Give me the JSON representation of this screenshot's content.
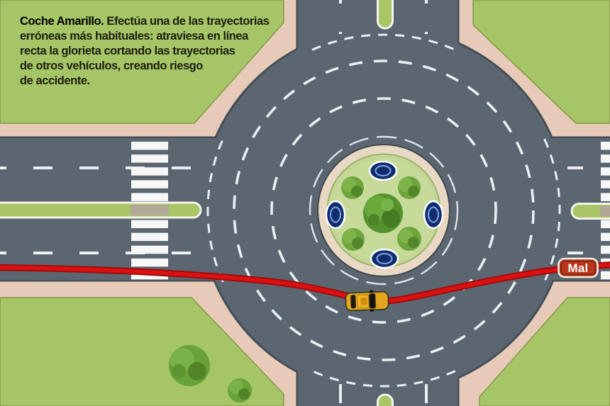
{
  "caption": {
    "title": "Coche Amarillo.",
    "lines": [
      "Efectúa una de las trayectorias",
      "erróneas más habituales: atraviesa en línea",
      "recta la glorieta cortando las trayectorias",
      "de otros vehículos, creando riesgo",
      "de accidente."
    ]
  },
  "badge": {
    "label": "Mal"
  },
  "scene": {
    "colors": {
      "grass": "#a5c566",
      "sidewalk": "#e7cbb8",
      "road": "#5b6671",
      "road_edge": "#454e57",
      "lane_marking": "#e9eff3",
      "median_green": "#a9c566",
      "median_border": "#f4f4ee",
      "island_ring": "#e9d9c4",
      "island_green": "#c3d696",
      "bush_green": "#68a239",
      "sign_blue": "#0e2c6e",
      "trajectory_red": "#dc1010",
      "trajectory_red_dark": "#9e0c0c",
      "badge_red": "#b9371c",
      "car_yellow": "#e2a51f"
    }
  }
}
